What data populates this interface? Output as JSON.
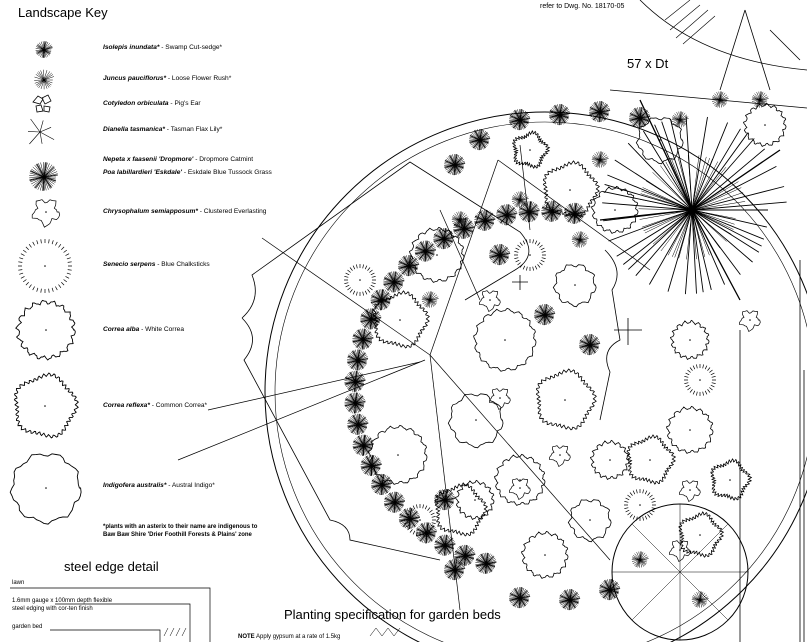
{
  "header": {
    "title": "Landscape Key",
    "reference": "refer to Dwg. No. 18170-05",
    "dimension": "57 x Dt"
  },
  "legend": [
    {
      "botanical": "Isolepis inundata*",
      "common": "- Swamp Cut-sedge*",
      "symbol": "sedge-fine"
    },
    {
      "botanical": "Juncus pauciflorus*",
      "common": "- Loose Flower Rush*",
      "symbol": "rush"
    },
    {
      "botanical": "Cotyledon orbiculata",
      "common": "- Pig's Ear",
      "symbol": "succulent"
    },
    {
      "botanical": "Dianella tasmanica*",
      "common": "- Tasman Flax Lily*",
      "symbol": "flax-star"
    },
    {
      "botanical": "Nepeta x faasenii 'Dropmore'",
      "common": "- Dropmore Catmint",
      "symbol": "none"
    },
    {
      "botanical": "Poa labillardieri 'Eskdale'",
      "common": "- Eskdale Blue Tussock Grass",
      "symbol": "tussock"
    },
    {
      "botanical": "Chrysophalum semiapposum*",
      "common": "- Clustered Everlasting",
      "symbol": "everlasting"
    },
    {
      "botanical": "Senecio serpens",
      "common": "- Blue Chalksticks",
      "symbol": "chalksticks"
    },
    {
      "botanical": "Correa alba",
      "common": "- White Correa",
      "symbol": "shrub-spiky"
    },
    {
      "botanical": "Correa reflexa*",
      "common": "- Common Correa*",
      "symbol": "shrub-frilly"
    },
    {
      "botanical": "Indigofera australis*",
      "common": "- Austral Indigo*",
      "symbol": "shrub-large"
    }
  ],
  "footnote": {
    "line1": "*plants with an asterix to their name are indigenous to",
    "line2": "Baw Baw Shire 'Drier Foothill Forests & Plains' zone"
  },
  "steel_edge": {
    "title": "steel edge detail",
    "lawn": "lawn",
    "spec_line1": "1.6mm gauge x 100mm depth flexible",
    "spec_line2": "steel edging with cor-ten finish",
    "garden_bed": "garden bed"
  },
  "plan": {
    "caption": "Planting specification for garden beds",
    "note_label": "NOTE",
    "note_text": "Apply gypsum at a rate of 1.5kg"
  }
}
